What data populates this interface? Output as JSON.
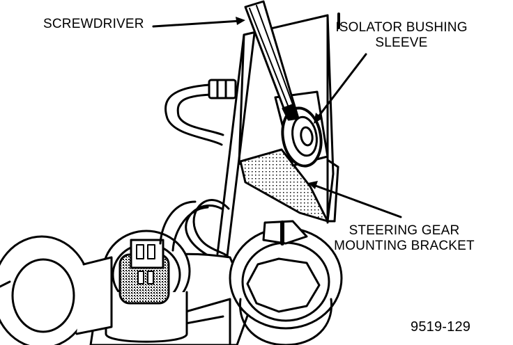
{
  "labels": {
    "screwdriver": "SCREWDRIVER",
    "isolator_line1": "ISOLATOR BUSHING",
    "isolator_line2": "SLEEVE",
    "bracket_line1": "STEERING GEAR",
    "bracket_line2": "MOUNTING BRACKET"
  },
  "figure_number": "9519-129",
  "colors": {
    "ink": "#000000",
    "paper": "#ffffff",
    "shade": "#9a9a9a"
  }
}
